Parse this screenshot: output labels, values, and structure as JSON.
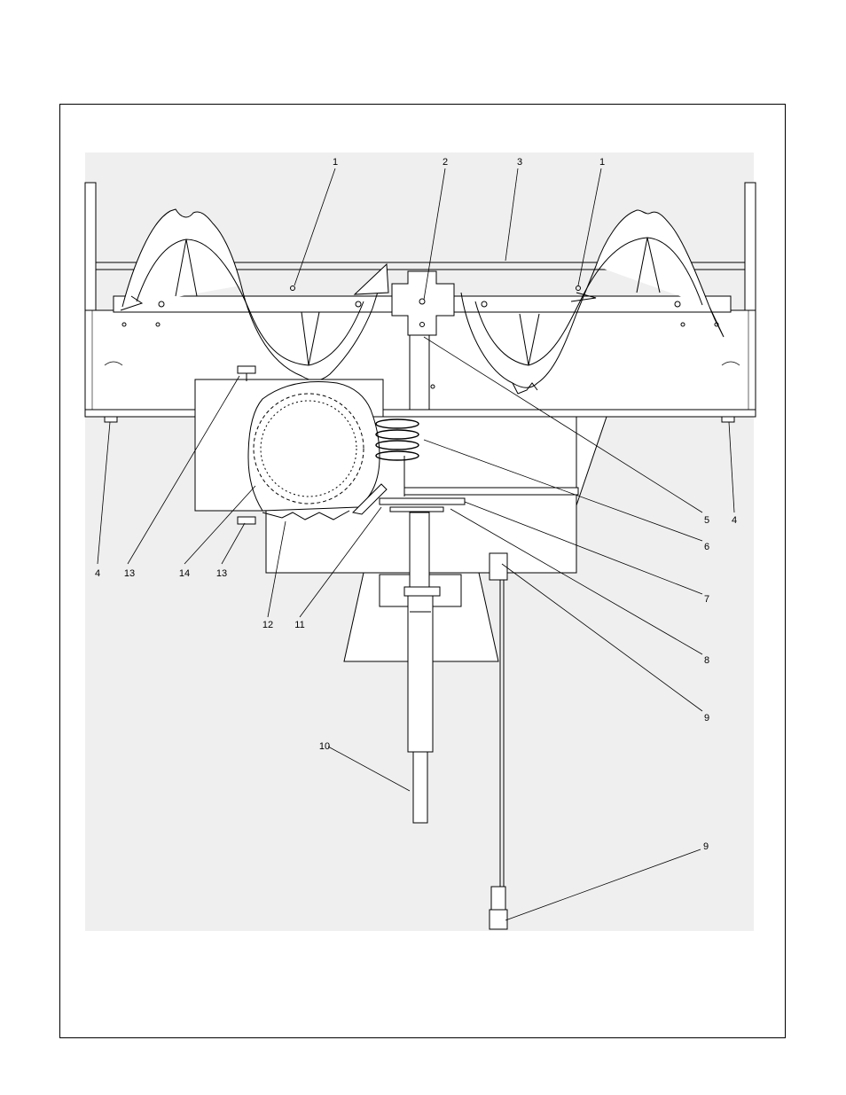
{
  "figure": {
    "type": "exploded parts diagram",
    "colors": {
      "line": "#000000",
      "shade": "#efefef",
      "background": "#ffffff"
    }
  },
  "callouts": [
    "1",
    "2",
    "3",
    "1",
    "4",
    "13",
    "14",
    "13",
    "12",
    "11",
    "5",
    "4",
    "6",
    "7",
    "8",
    "9",
    "10",
    "9"
  ]
}
